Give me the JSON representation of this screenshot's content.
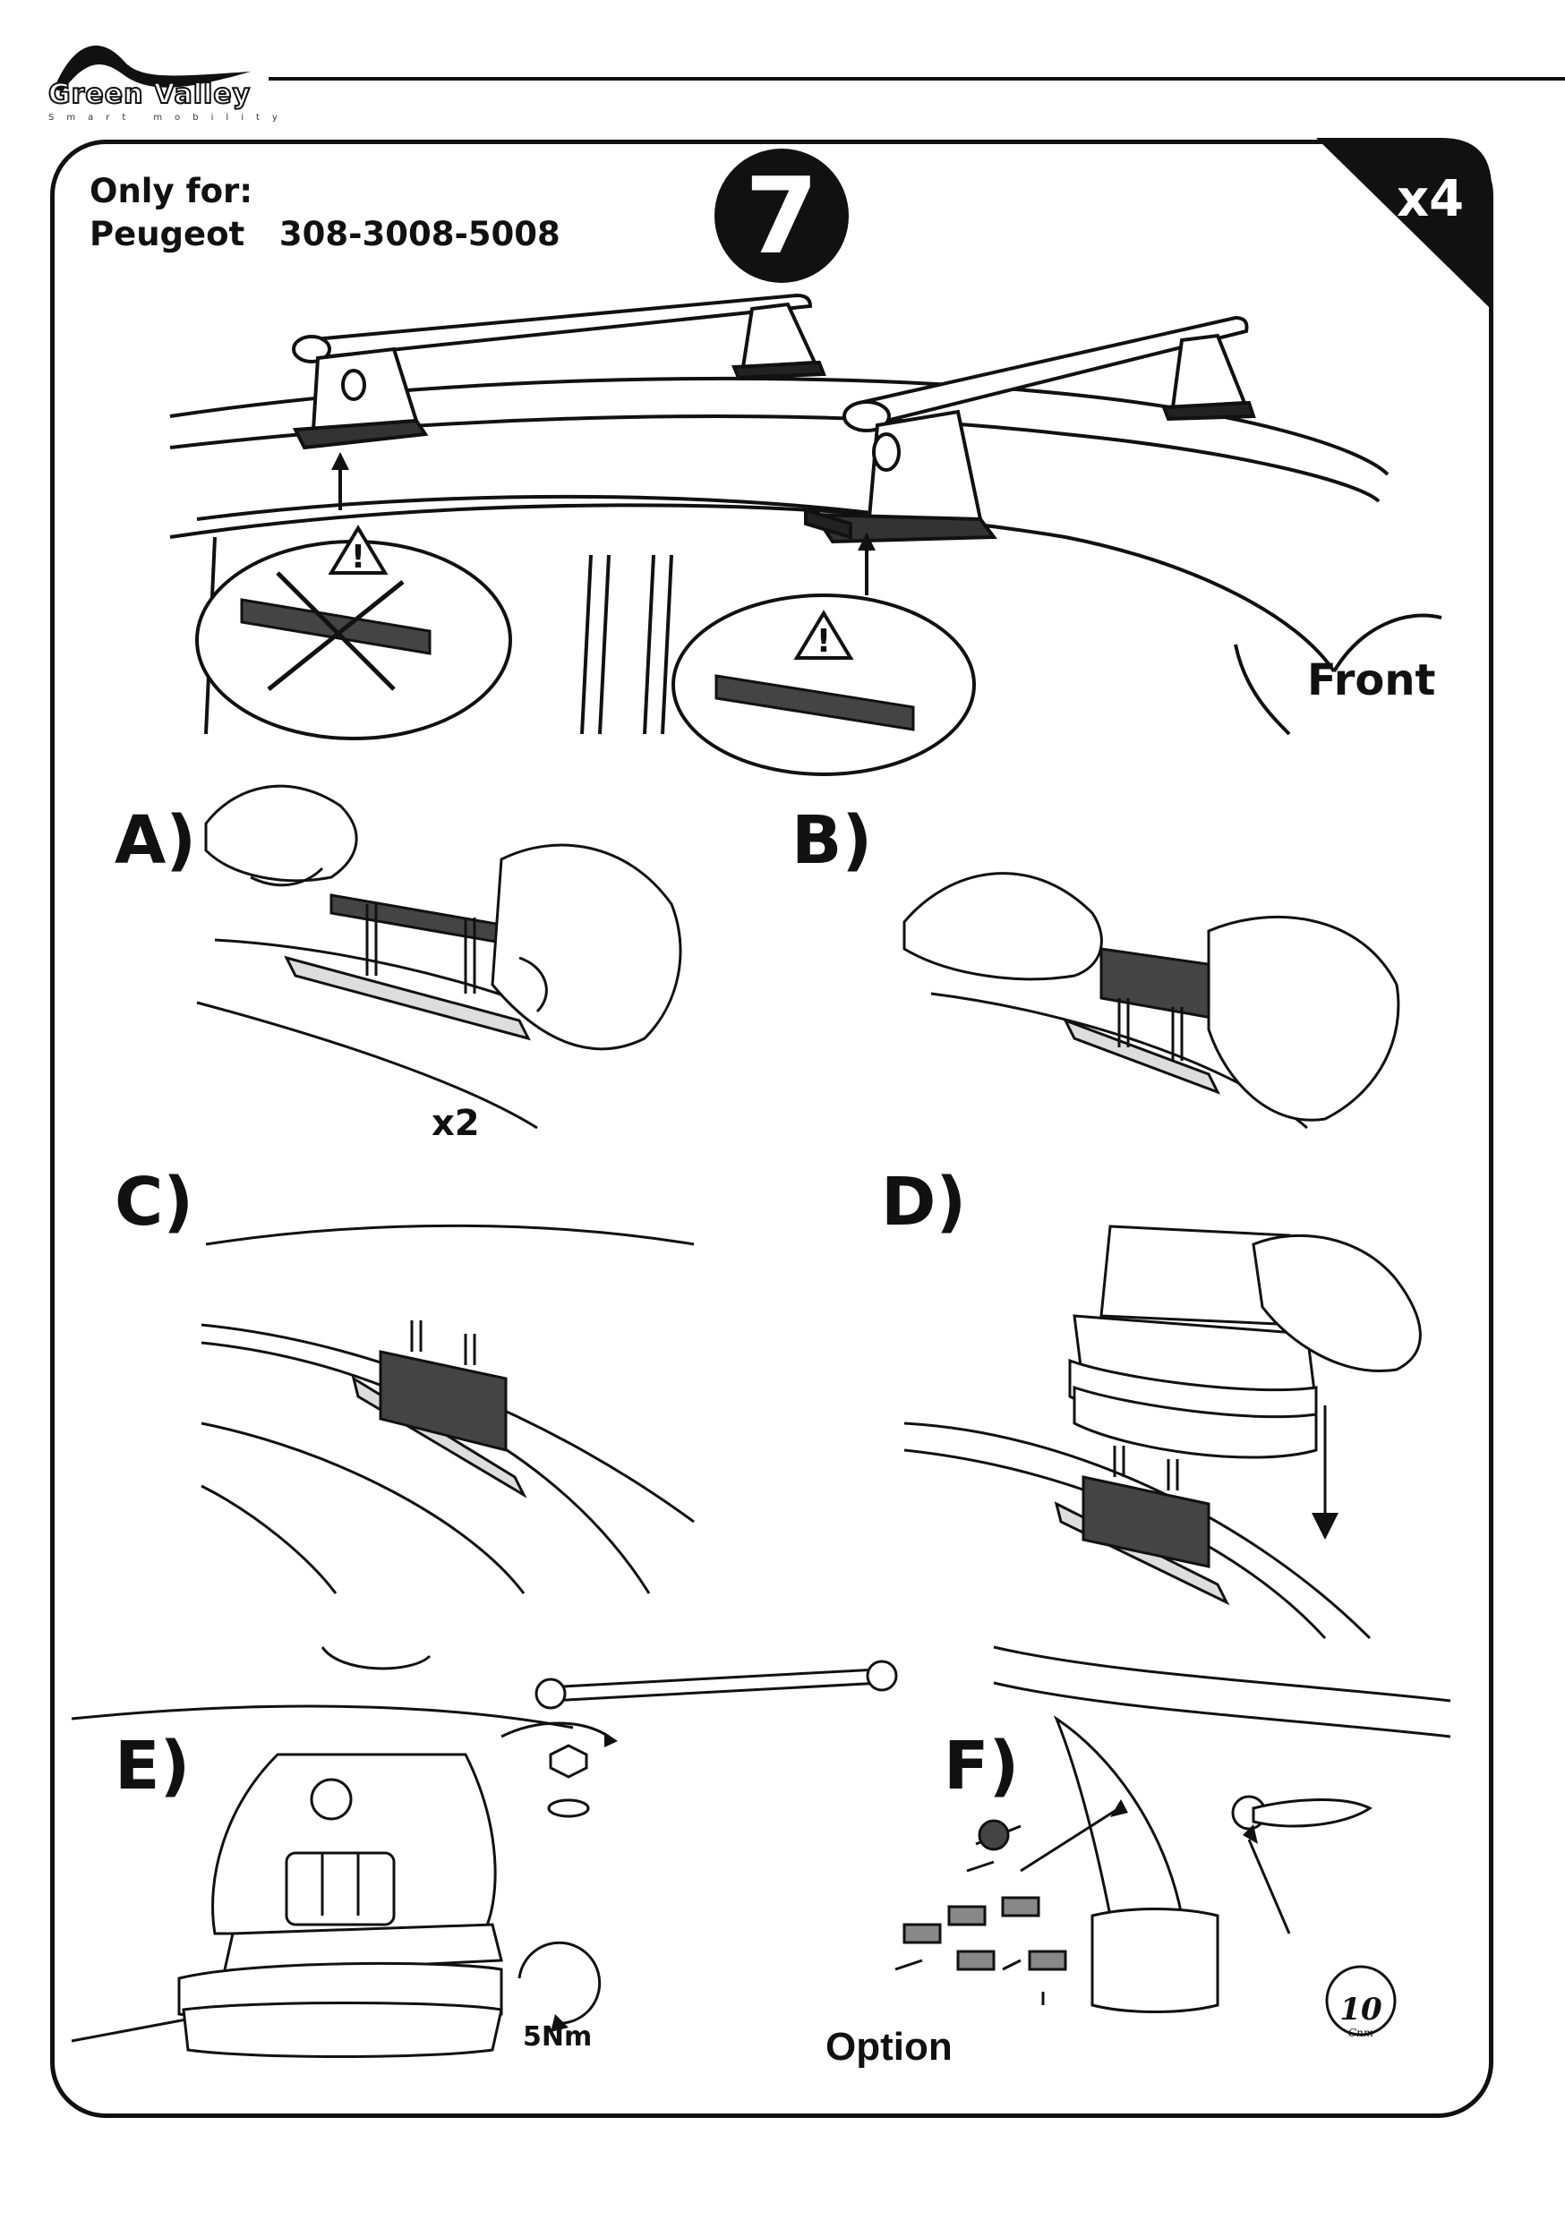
{
  "header": {
    "brand": "Green Valley",
    "tagline": "Smart mobility"
  },
  "instruction": {
    "only_for": "Only for:\nPeugeot   308-3008-5008",
    "step_number": "7",
    "quantity": "x4",
    "front_label": "Front"
  },
  "steps": {
    "a": "A)",
    "b": "B)",
    "c": "C)",
    "d": "D)",
    "e": "E)",
    "f": "F)"
  },
  "labels": {
    "x2": "x2",
    "torque": "5Nm",
    "option": "Option",
    "key_torque": "10",
    "key_torque_unit": "Cnm"
  },
  "icons": [
    "warning-icon",
    "rotate-arrow-icon",
    "down-arrow-icon",
    "wrench-icon",
    "key-icon"
  ]
}
